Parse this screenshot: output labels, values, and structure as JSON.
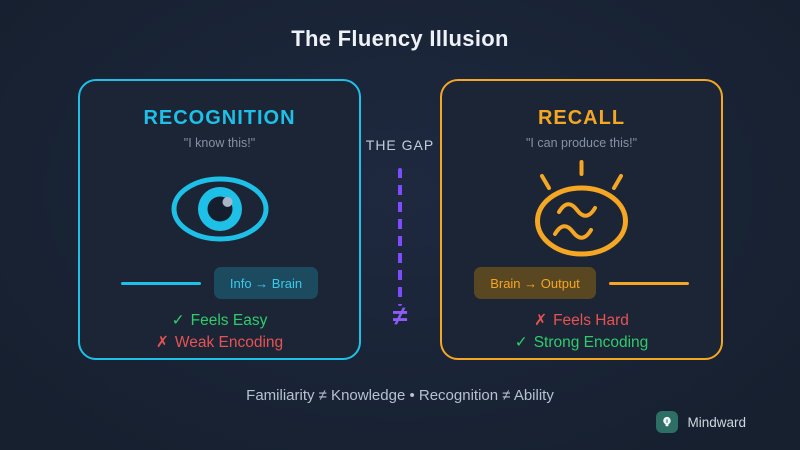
{
  "page": {
    "title": "The Fluency Illusion",
    "tagline": "Familiarity ≠ Knowledge • Recognition ≠ Ability"
  },
  "gap": {
    "label": "THE GAP",
    "symbol": "≠"
  },
  "cards": {
    "recognition": {
      "title": "RECOGNITION",
      "subtitle": "\"I know this!\"",
      "icon": "eye-icon",
      "flow_label": "Info → Brain",
      "points": [
        {
          "glyph": "✓",
          "text": "Feels Easy",
          "sentiment": "positive"
        },
        {
          "glyph": "✗",
          "text": "Weak Encoding",
          "sentiment": "negative"
        }
      ]
    },
    "recall": {
      "title": "RECALL",
      "subtitle": "\"I can produce this!\"",
      "icon": "brain-icon",
      "flow_label": "Brain → Output",
      "points": [
        {
          "glyph": "✗",
          "text": "Feels Hard",
          "sentiment": "negative"
        },
        {
          "glyph": "✓",
          "text": "Strong Encoding",
          "sentiment": "positive"
        }
      ]
    }
  },
  "brand": {
    "name": "Mindward",
    "icon": "lightbulb-icon"
  },
  "colors": {
    "recognition_accent": "#1fc0e8",
    "recall_accent": "#f5a623",
    "gap_purple": "#7c4dff",
    "positive_green": "#2ecc6a",
    "negative_red": "#e85252",
    "background": "#16202f"
  }
}
